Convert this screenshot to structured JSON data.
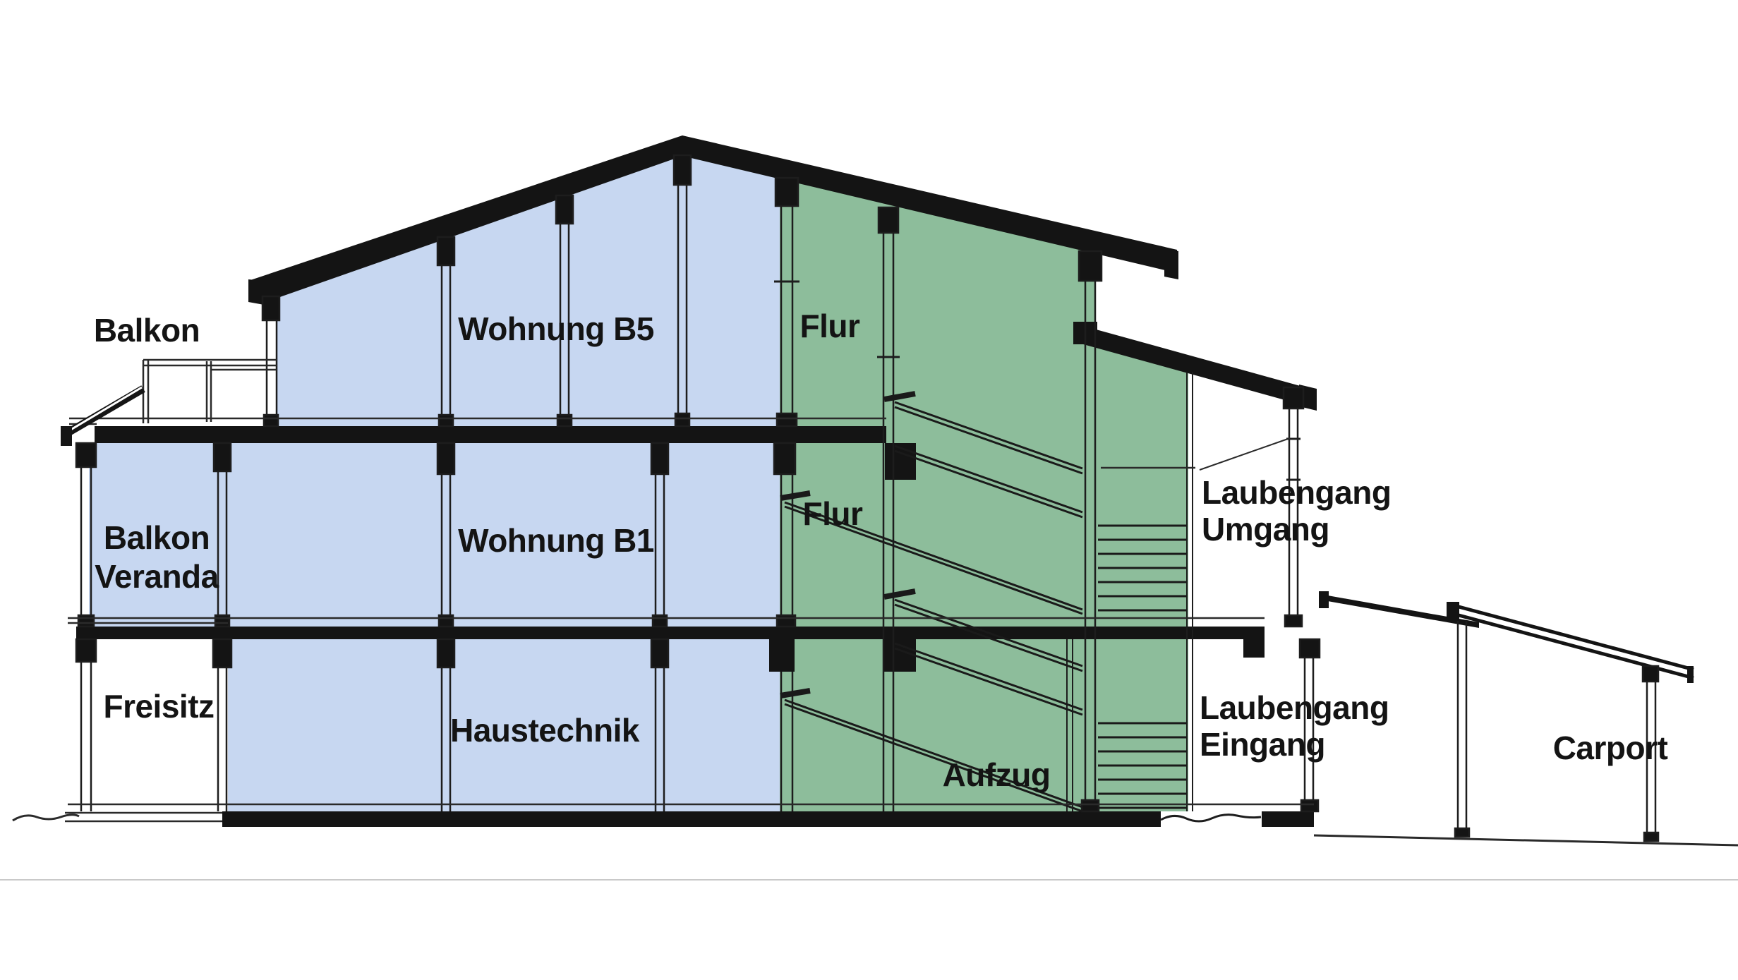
{
  "drawing": {
    "type": "architectural cross-section sketch of a multi-storey timber residential building",
    "floors_shown": 3
  },
  "colors": {
    "apartment_fill_blue": "#c7d7f1",
    "circulation_fill_green": "#8dbd9b",
    "structure_black": "#141414",
    "line_dark": "#222222",
    "faint_rule_gray": "#c9c9c9",
    "background": "#ffffff"
  },
  "labels": {
    "balkon_top": "Balkon",
    "wohnung_b5": "Wohnung B5",
    "flur_top": "Flur",
    "balkon_veranda_line1": "Balkon",
    "balkon_veranda_line2": "Veranda",
    "wohnung_b1": "Wohnung B1",
    "flur_mid": "Flur",
    "laubengang_umgang_line1": "Laubengang",
    "laubengang_umgang_line2": "Umgang",
    "freisitz": "Freisitz",
    "haustechnik": "Haustechnik",
    "aufzug": "Aufzug",
    "laubengang_eingang_line1": "Laubengang",
    "laubengang_eingang_line2": "Eingang",
    "carport": "Carport"
  },
  "rooms": [
    {
      "label": "Balkon",
      "fill": "white"
    },
    {
      "label": "Wohnung B5",
      "fill": "blue"
    },
    {
      "label": "Flur",
      "fill": "green"
    },
    {
      "label": "Balkon Veranda",
      "fill": "blue"
    },
    {
      "label": "Wohnung B1",
      "fill": "blue"
    },
    {
      "label": "Flur",
      "fill": "green"
    },
    {
      "label": "Laubengang Umgang",
      "fill": "white"
    },
    {
      "label": "Freisitz",
      "fill": "white"
    },
    {
      "label": "Haustechnik",
      "fill": "blue"
    },
    {
      "label": "Aufzug",
      "fill": "green"
    },
    {
      "label": "Laubengang Eingang",
      "fill": "white"
    },
    {
      "label": "Carport",
      "fill": "white"
    }
  ]
}
